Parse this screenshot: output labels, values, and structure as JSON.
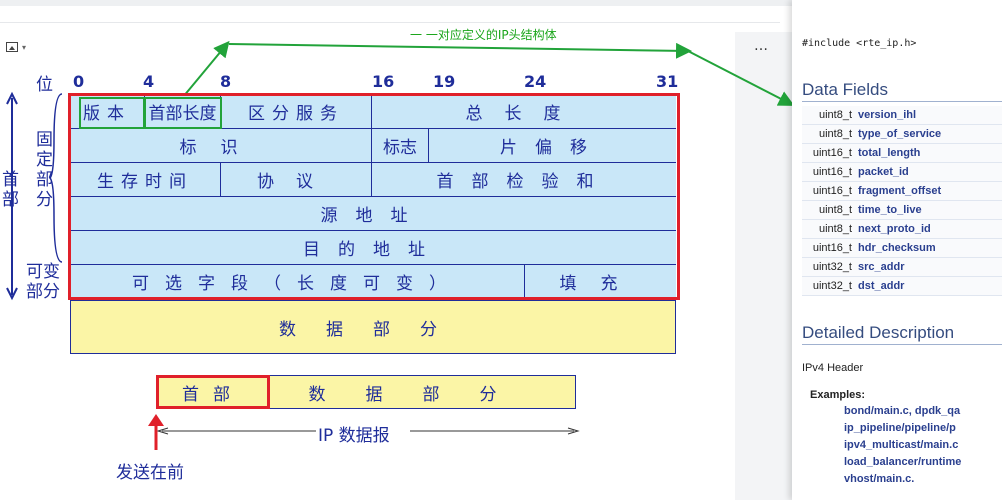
{
  "callout": "一 一对应定义的IP头结构体",
  "diagram": {
    "bit_label": "位",
    "bits": [
      "0",
      "4",
      "8",
      "16",
      "19",
      "24",
      "31"
    ],
    "side_header": "首部",
    "fixed_part": "固定部分",
    "variable_part": "可变部分",
    "rows": [
      [
        "版本",
        "首部长度",
        "区分服务",
        "总长度"
      ],
      [
        "标识",
        "标志",
        "片偏移"
      ],
      [
        "生存时间",
        "协议",
        "首部检验和"
      ],
      [
        "源地址"
      ],
      [
        "目的地址"
      ],
      [
        "可选字段（长度可变）",
        "填充"
      ]
    ],
    "data_part": "数据部分",
    "datagram_header": "首部",
    "datagram_data": "数据部分",
    "datagram_label": "IP 数据报",
    "send_first": "发送在前"
  },
  "doc": {
    "include": "#include <rte_ip.h>",
    "data_fields_title": "Data Fields",
    "fields": [
      {
        "type": "uint8_t",
        "name": "version_ihl"
      },
      {
        "type": "uint8_t",
        "name": "type_of_service"
      },
      {
        "type": "uint16_t",
        "name": "total_length"
      },
      {
        "type": "uint16_t",
        "name": "packet_id"
      },
      {
        "type": "uint16_t",
        "name": "fragment_offset"
      },
      {
        "type": "uint8_t",
        "name": "time_to_live"
      },
      {
        "type": "uint8_t",
        "name": "next_proto_id"
      },
      {
        "type": "uint16_t",
        "name": "hdr_checksum"
      },
      {
        "type": "uint32_t",
        "name": "src_addr"
      },
      {
        "type": "uint32_t",
        "name": "dst_addr"
      }
    ],
    "detailed_title": "Detailed Description",
    "description": "IPv4 Header",
    "examples_label": "Examples:",
    "examples": [
      "bond/main.c, dpdk_qa",
      "ip_pipeline/pipeline/p",
      "ipv4_multicast/main.c",
      "load_balancer/runtime",
      "vhost/main.c."
    ]
  },
  "colors": {
    "accent_red": "#e0202a",
    "accent_green": "#22a33a",
    "cell_blue": "#c9e7f8",
    "data_yellow": "#fbf5a6",
    "text_navy": "#1f2d9a"
  }
}
